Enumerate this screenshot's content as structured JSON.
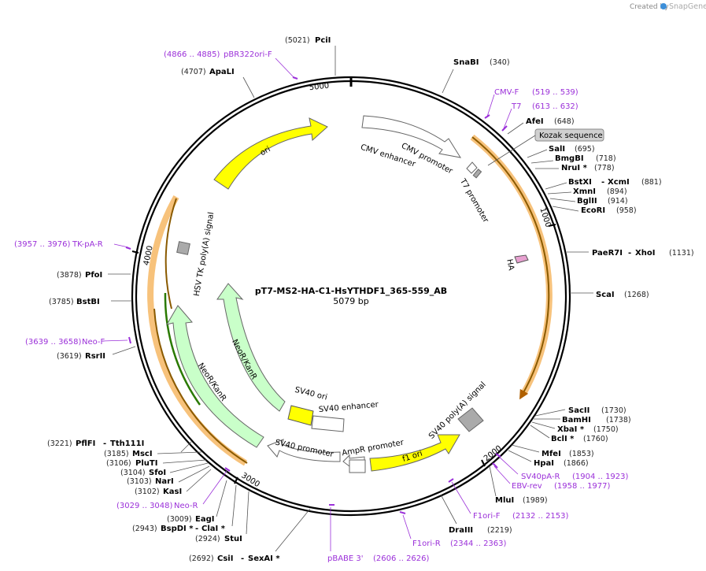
{
  "credit": {
    "prefix": "Created by",
    "brand": "SnapGene"
  },
  "plasmid": {
    "name": "pT7-MS2-HA-C1-HsYTHDF1_365-559_AB",
    "size": "5079 bp"
  },
  "ruler": [
    "1000",
    "2000",
    "3000",
    "4000",
    "5000"
  ],
  "features": [
    "ori",
    "CMV enhancer",
    "CMV promoter",
    "T7 promoter",
    "HA",
    "HSV TK poly(A) signal",
    "NeoR/KanR",
    "NeoR/KanR",
    "SV40 ori",
    "SV40 enhancer",
    "SV40 promoter",
    "AmpR promoter",
    "f1 ori",
    "SV40 poly(A) signal"
  ],
  "kozak": "Kozak sequence",
  "sites_right": [
    {
      "name": "SnaBI",
      "pos": "(340)"
    },
    {
      "name": "AfeI",
      "pos": "(648)"
    },
    {
      "name": "SalI",
      "pos": "(695)"
    },
    {
      "name": "BmgBI",
      "pos": "(718)"
    },
    {
      "name": "NruI *",
      "pos": "(778)"
    },
    {
      "name": "BstXI",
      "name2": "XcmI",
      "pos": "(881)"
    },
    {
      "name": "XmnI",
      "pos": "(894)"
    },
    {
      "name": "BglII",
      "pos": "(914)"
    },
    {
      "name": "EcoRI",
      "pos": "(958)"
    },
    {
      "name": "PaeR7I",
      "name2": "XhoI",
      "pos": "(1131)"
    },
    {
      "name": "ScaI",
      "pos": "(1268)"
    },
    {
      "name": "SacII",
      "pos": "(1730)"
    },
    {
      "name": "BamHI",
      "pos": "(1738)"
    },
    {
      "name": "XbaI *",
      "pos": "(1750)"
    },
    {
      "name": "BclI *",
      "pos": "(1760)"
    },
    {
      "name": "MfeI",
      "pos": "(1853)"
    },
    {
      "name": "HpaI",
      "pos": "(1866)"
    },
    {
      "name": "MluI",
      "pos": "(1989)"
    },
    {
      "name": "DraIII",
      "pos": "(2219)"
    }
  ],
  "sites_left": [
    {
      "name": "PciI",
      "pos": "(5021)"
    },
    {
      "name": "ApaLI",
      "pos": "(4707)"
    },
    {
      "name": "PfoI",
      "pos": "(3878)"
    },
    {
      "name": "BstBI",
      "pos": "(3785)"
    },
    {
      "name": "RsrII",
      "pos": "(3619)"
    },
    {
      "name": "PflFI",
      "name2": "Tth111I",
      "pos": "(3221)"
    },
    {
      "name": "MscI",
      "pos": "(3185)"
    },
    {
      "name": "PluTI",
      "pos": "(3106)"
    },
    {
      "name": "SfoI",
      "pos": "(3104)"
    },
    {
      "name": "NarI",
      "pos": "(3103)"
    },
    {
      "name": "KasI",
      "pos": "(3102)"
    },
    {
      "name": "EagI",
      "pos": "(3009)"
    },
    {
      "name": "BspDI *",
      "name2": "ClaI *",
      "pos": "(2943)"
    },
    {
      "name": "StuI",
      "pos": "(2924)"
    },
    {
      "name": "CsiI",
      "name2": "SexAI *",
      "pos": "(2692)"
    }
  ],
  "primers": [
    {
      "name": "pBR322ori-F",
      "range": "(4866 .. 4885)"
    },
    {
      "name": "CMV-F",
      "range": "(519 .. 539)"
    },
    {
      "name": "T7",
      "range": "(613 .. 632)"
    },
    {
      "name": "TK-pA-R",
      "range": "(3957 .. 3976)"
    },
    {
      "name": "Neo-F",
      "range": "(3639 .. 3658)"
    },
    {
      "name": "SV40pA-R",
      "range": "(1904 .. 1923)"
    },
    {
      "name": "EBV-rev",
      "range": "(1958 .. 1977)"
    },
    {
      "name": "F1ori-F",
      "range": "(2132 .. 2153)"
    },
    {
      "name": "F1ori-R",
      "range": "(2344 .. 2363)"
    },
    {
      "name": "pBABE 3'",
      "range": "(2606 .. 2626)"
    },
    {
      "name": "Neo-R",
      "range": "(3029 .. 3048)"
    }
  ],
  "colors": {
    "primer": "#9b30d9",
    "ori": "#ffff00",
    "neo": "#c9ffc9",
    "orf": "#ff9900",
    "backbone": "#000000"
  }
}
